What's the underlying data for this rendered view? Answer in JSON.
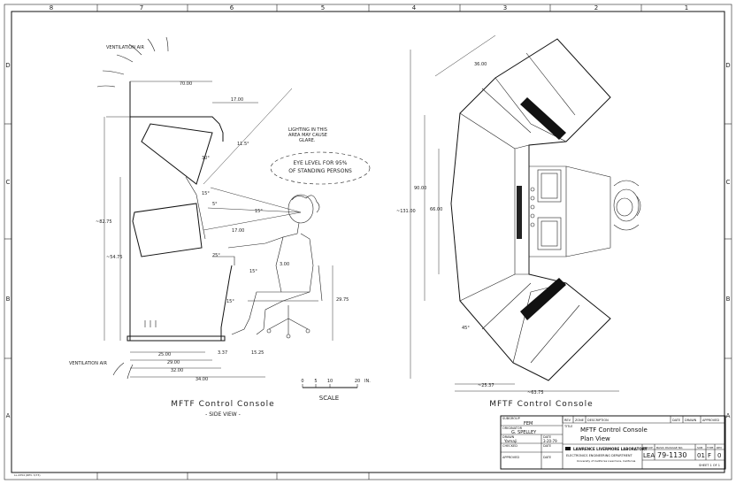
{
  "border": {
    "columns": [
      "8",
      "7",
      "6",
      "5",
      "4",
      "3",
      "2",
      "1"
    ],
    "rows": [
      "D",
      "C",
      "B",
      "A"
    ]
  },
  "side_view": {
    "title": "MFTF Control Console",
    "subtitle": "- SIDE VIEW -",
    "ventilation_top": "VENTILATION AIR",
    "ventilation_bottom": "VENTILATION AIR",
    "lighting_note": [
      "LIGHTING IN THIS",
      "AREA MAY CAUSE",
      "GLARE."
    ],
    "eye_note": [
      "EYE LEVEL FOR 95%",
      "OF STANDING PERSONS"
    ],
    "dims": {
      "top_width": "70.00",
      "overhang": "17.00",
      "angle_a": "11.5°",
      "angle_b": "30°",
      "angle_c": "15°",
      "angle_d": "5°",
      "angle_e": "15°",
      "reach": "17.00",
      "angle_f": "25°",
      "angle_g": "15°",
      "angle_h": "15°",
      "height_total": "~82.75",
      "height_desk": "~54.75",
      "knee": "3.00",
      "seat": "29.75",
      "toe": "3.37",
      "knee_depth": "15.25",
      "base1": "25.00",
      "base2": "29.00",
      "base3": "32.00",
      "base4": "34.00"
    },
    "scale_ticks": [
      "0",
      "5",
      "10",
      "20"
    ],
    "scale_unit": "IN.",
    "scale_label": "SCALE"
  },
  "plan_view": {
    "title": "MFTF Control Console",
    "dims": {
      "top": "36.00",
      "left_outer": "~131.00",
      "left_mid": "90.00",
      "left_inner": "66.00",
      "angle": "45°",
      "bottom_inner": "~25.37",
      "bottom_outer": "~63.75"
    }
  },
  "title_block": {
    "subgroup_label": "SUBGROUP",
    "subgroup_value": "FEM",
    "rev_label": "REV",
    "zone_label": "ZONE",
    "description_label": "DESCRIPTION",
    "date_label": "DATE",
    "drawn_label": "DRAWN",
    "approved_label": "APPROVED",
    "title_label": "TITLE",
    "title_line1": "MFTF Control Console",
    "title_line2": "Plan View",
    "originator_label": "ORIGINATOR",
    "originator_value": "G. SPELLEY",
    "drawn_by_label": "DRAWN",
    "drawn_by_value": "Yamaji",
    "drawn_date": "3-20-79",
    "checked_label": "CHECKED",
    "checked_date_label": "DATE",
    "approved_by_label": "APPROVED",
    "approved_date_label": "DATE",
    "lab_name": "LAWRENCE LIVERMORE LABORATORY",
    "dept_name": "ELECTRONICS ENGINEERING DEPARTMENT",
    "university": "University of California  Livermore, California",
    "group_label": "GROUP",
    "group_value": "LEA",
    "basic_label": "BASIC PACKAGE NO.",
    "basic_value": "79-1130",
    "sub_label": "SUB",
    "sub_value": "01",
    "type_label": "TYPE",
    "type_value": "F",
    "rev_box_label": "REV",
    "rev_box_value": "0",
    "sheet_text": "SHEET 1 OF 1"
  },
  "corner_note": "LL-4354 (REV. 3/73)"
}
